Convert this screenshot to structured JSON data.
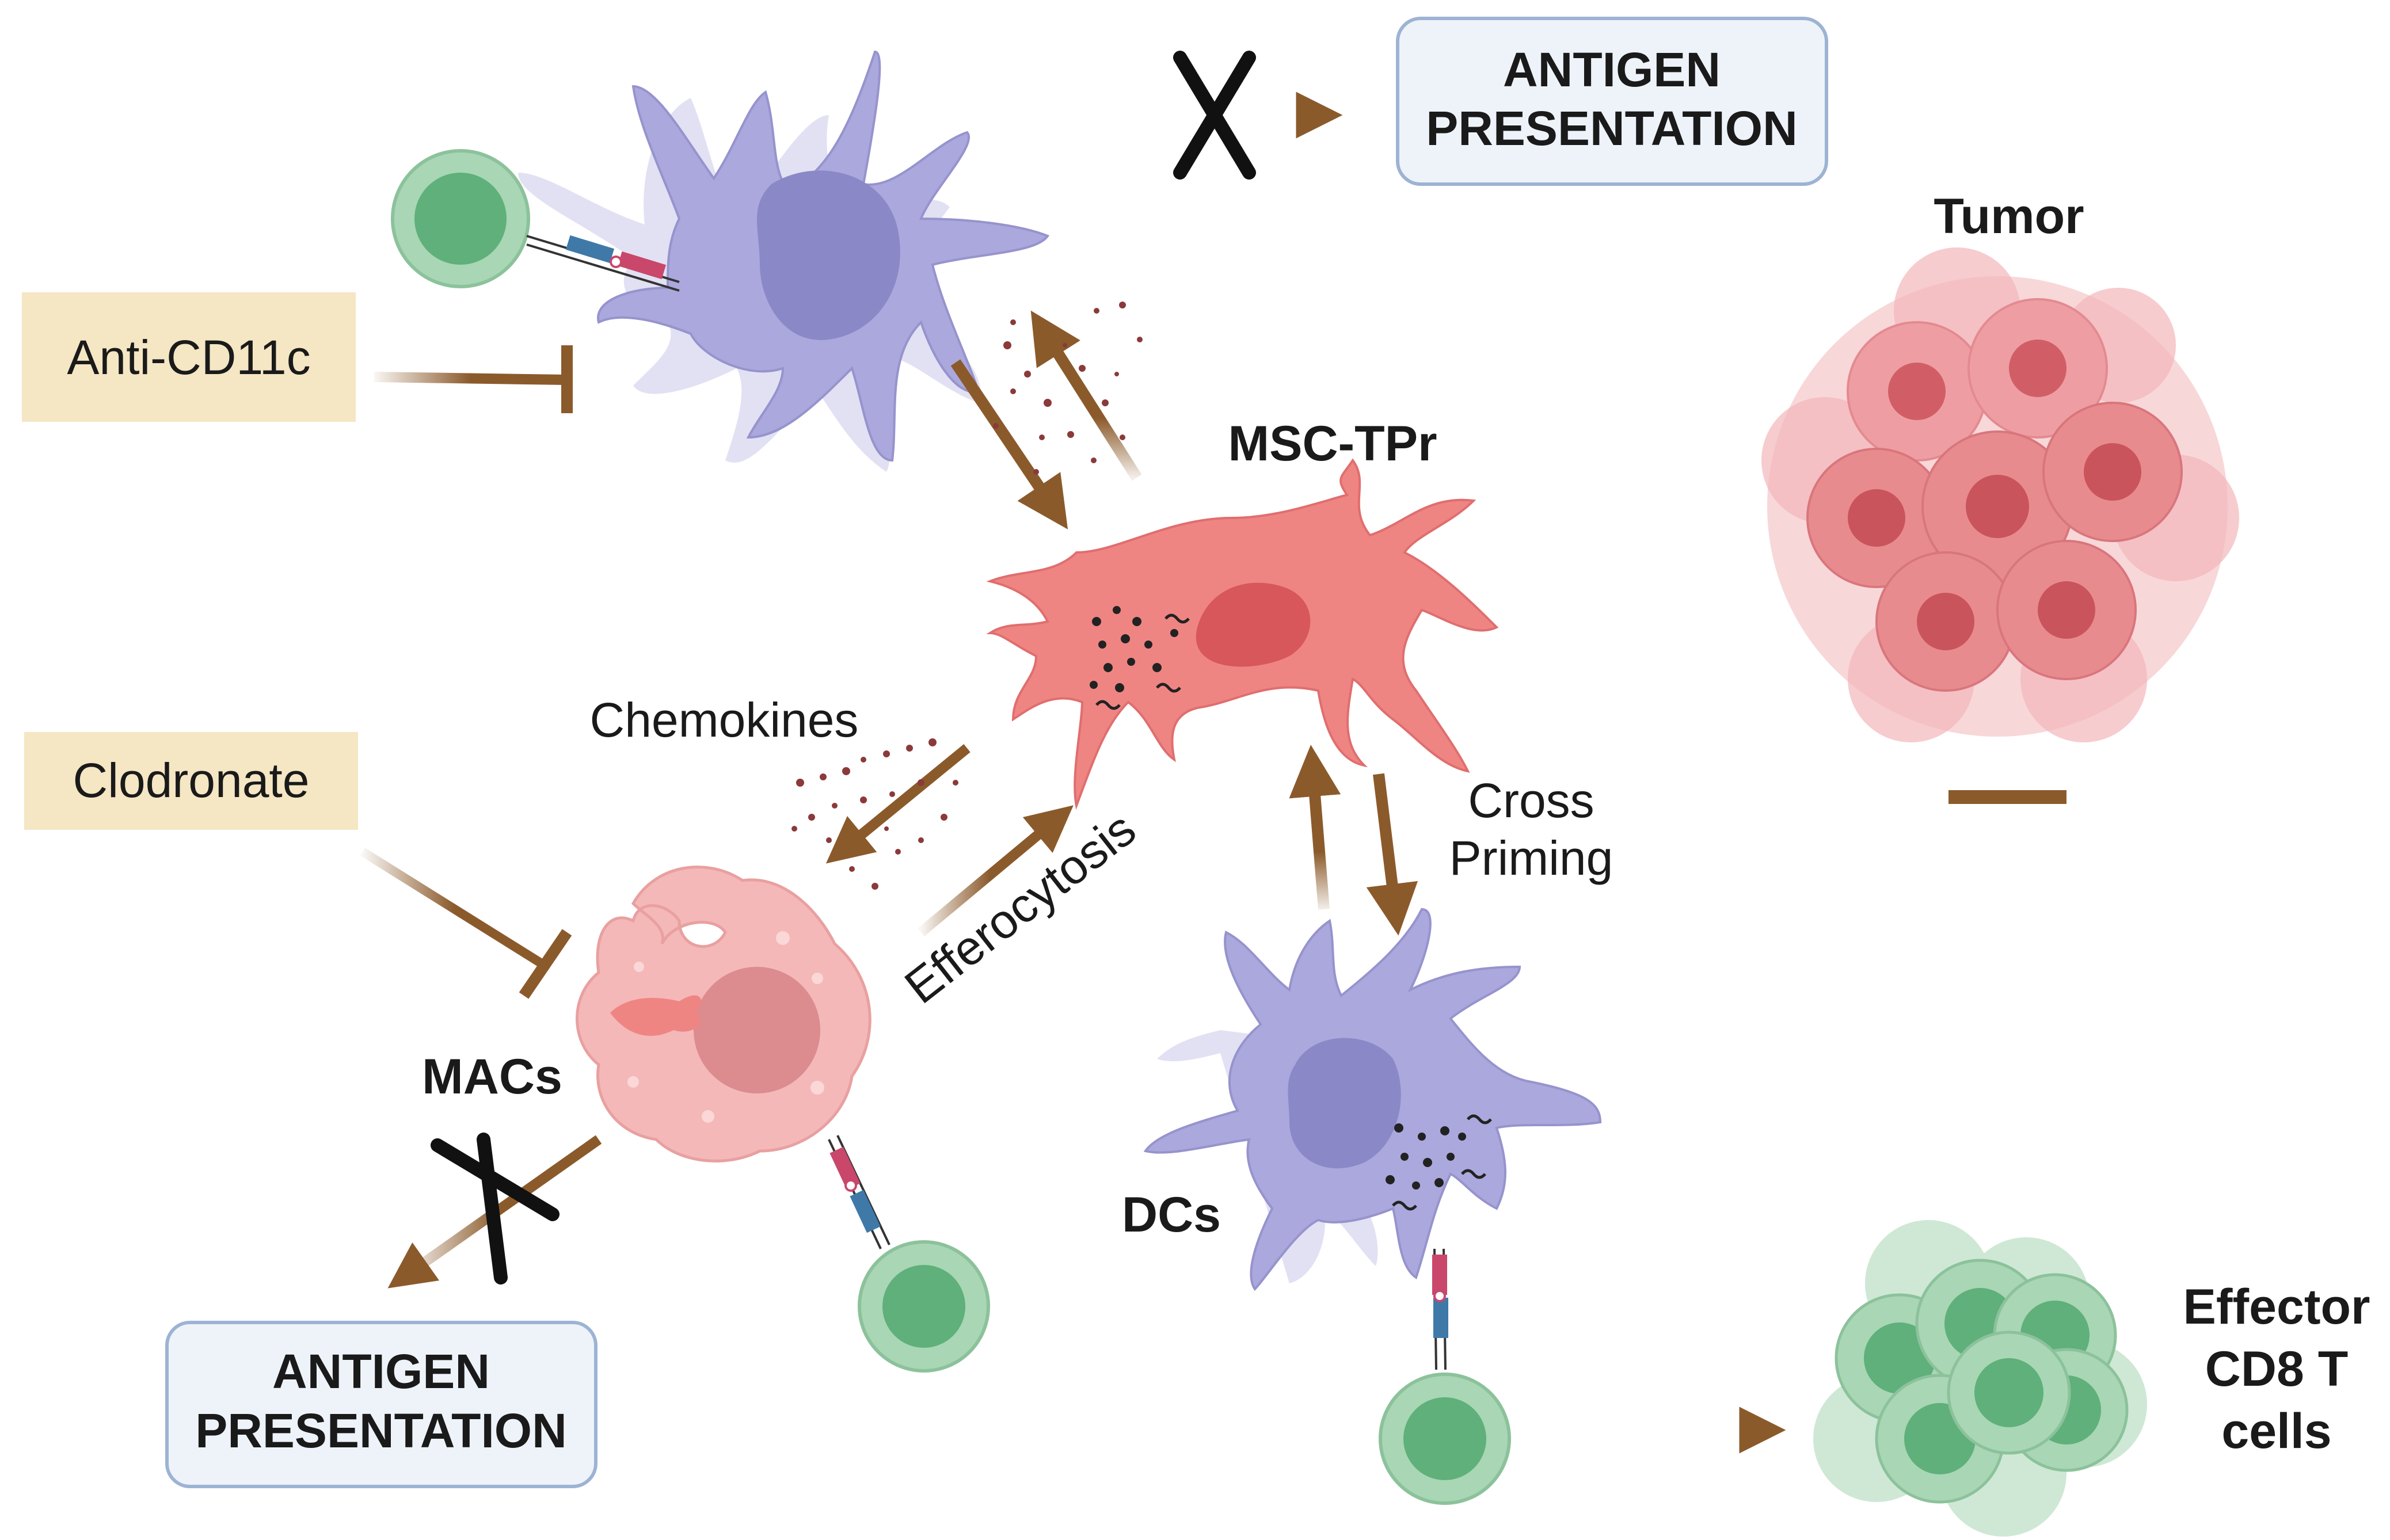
{
  "labels": {
    "anti_cd11c": "Anti-CD11c",
    "clodronate": "Clodronate",
    "antigen_top_line1": "ANTIGEN",
    "antigen_top_line2": "PRESENTATION",
    "antigen_bottom_line1": "ANTIGEN",
    "antigen_bottom_line2": "PRESENTATION",
    "msc_tpr": "MSC-TPr",
    "chemokines": "Chemokines",
    "efferocytosis": "Efferocytosis",
    "cross_line1": "Cross",
    "cross_line2": "Priming",
    "macs": "MACs",
    "dcs": "DCs",
    "tumor": "Tumor",
    "effector_line1": "Effector",
    "effector_line2": "CD8 T",
    "effector_line3": "cells"
  },
  "colors": {
    "arrow": "#8b5a2b",
    "inhibitor_box": "#f5e6c4",
    "antigen_box_fill": "#eef3fa",
    "antigen_box_stroke": "#9db3d3",
    "dc_cell": "#aaa8dc",
    "dc_nucleus": "#8b88c8",
    "msc_cell": "#ef8583",
    "msc_nucleus": "#d7575a",
    "mac_cell": "#f4b8b8",
    "tcell_outer": "#a9d6b4",
    "tcell_inner": "#5fb07a",
    "tumor_cell": "#e88b8f",
    "x_mark": "#111111"
  }
}
